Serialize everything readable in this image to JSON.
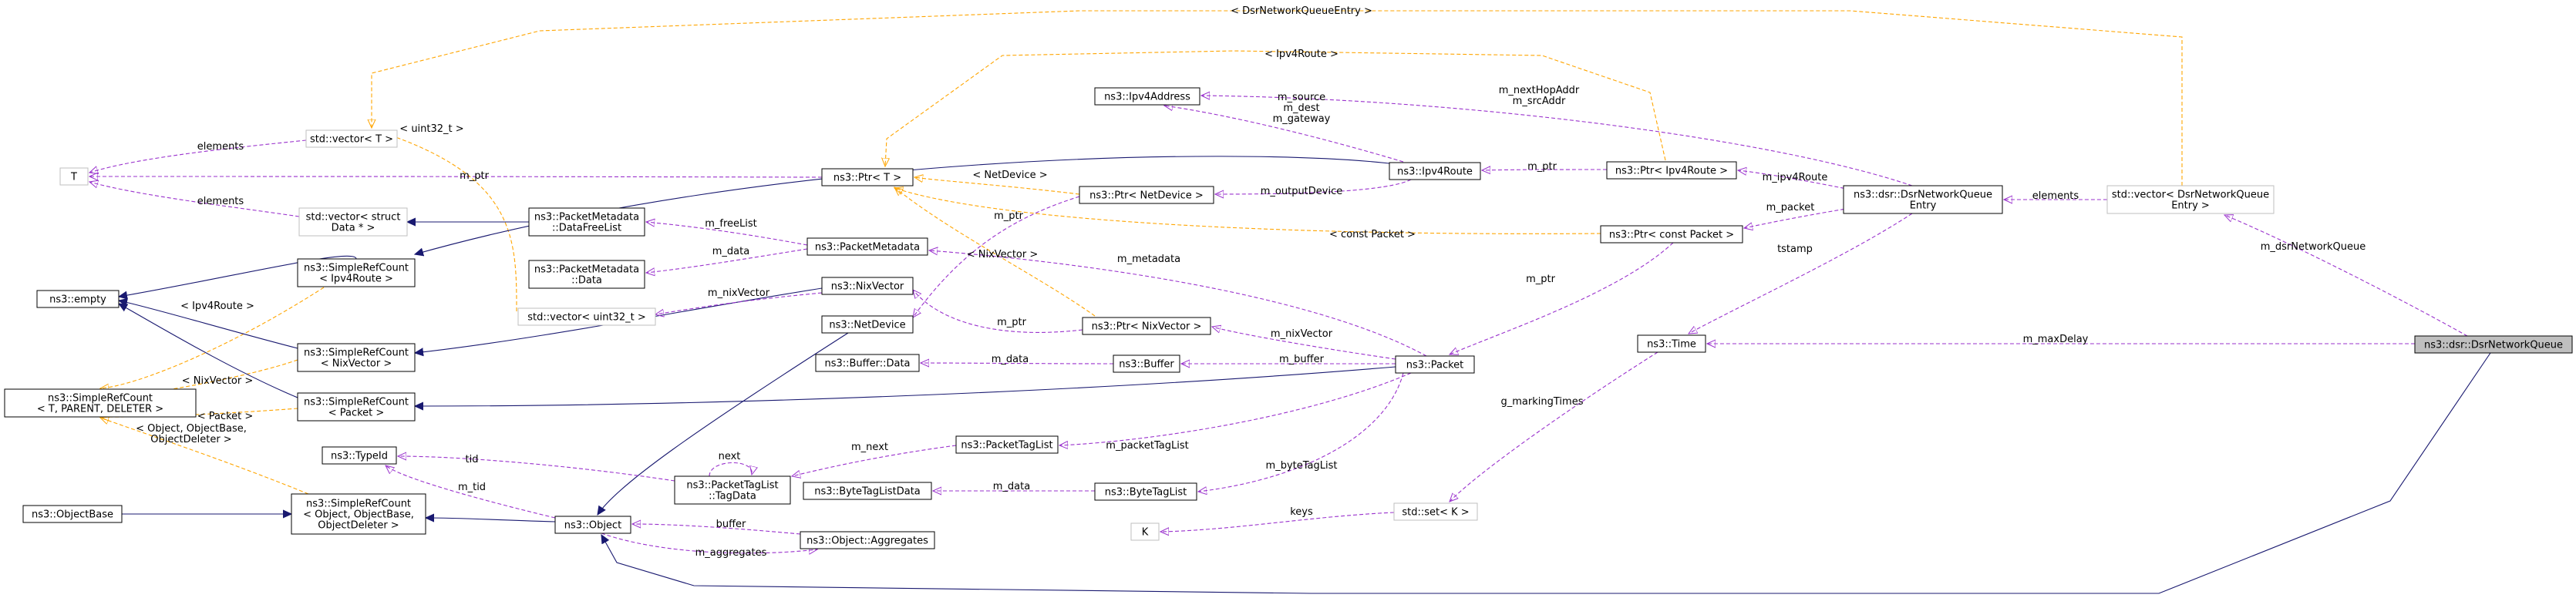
{
  "colors": {
    "inherit": "#191970",
    "usage": "#9a32cd",
    "template": "#ffa500",
    "node_border": "#000000",
    "node_border_gray": "#bfbfbf",
    "focus_fill": "#bfbfbf"
  },
  "nodes": {
    "empty": [
      "ns3::empty"
    ],
    "srcd": [
      "ns3::SimpleRefCount",
      "< T, PARENT, DELETER >"
    ],
    "objbase": [
      "ns3::ObjectBase"
    ],
    "tplT": [
      "T"
    ],
    "vecT": [
      "std::vector< T >"
    ],
    "vecstruct": [
      "std::vector< struct",
      "Data * >"
    ],
    "src_ipv4route": [
      "ns3::SimpleRefCount",
      "< Ipv4Route >"
    ],
    "src_nix": [
      "ns3::SimpleRefCount",
      "< NixVector >"
    ],
    "src_packet": [
      "ns3::SimpleRefCount",
      "< Packet >"
    ],
    "typeid": [
      "ns3::TypeId"
    ],
    "src_object": [
      "ns3::SimpleRefCount",
      "< Object, ObjectBase,",
      "ObjectDeleter >"
    ],
    "object": [
      "ns3::Object"
    ],
    "vecuint": [
      "std::vector< uint32_t >"
    ],
    "pm_dfl": [
      "ns3::PacketMetadata",
      "::DataFreeList"
    ],
    "pm_data": [
      "ns3::PacketMetadata",
      "::Data"
    ],
    "ptrT": [
      "ns3::Ptr< T >"
    ],
    "pmeta": [
      "ns3::PacketMetadata"
    ],
    "nixvec": [
      "ns3::NixVector"
    ],
    "netdev": [
      "ns3::NetDevice"
    ],
    "bufdata": [
      "ns3::Buffer::Data"
    ],
    "ptl_tagdata": [
      "ns3::PacketTagList",
      "::TagData"
    ],
    "obj_agg": [
      "ns3::Object::Aggregates"
    ],
    "ipv4addr": [
      "ns3::Ipv4Address"
    ],
    "ptr_netdev": [
      "ns3::Ptr< NetDevice >"
    ],
    "ptr_nix": [
      "ns3::Ptr< NixVector >"
    ],
    "buffer": [
      "ns3::Buffer"
    ],
    "ptaglist": [
      "ns3::PacketTagList"
    ],
    "btagdata": [
      "ns3::ByteTagListData"
    ],
    "btaglist": [
      "ns3::ByteTagList"
    ],
    "tplK": [
      "K"
    ],
    "ipv4route": [
      "ns3::Ipv4Route"
    ],
    "packet": [
      "ns3::Packet"
    ],
    "ptr_ipv4route": [
      "ns3::Ptr< Ipv4Route >"
    ],
    "ptr_cpacket": [
      "ns3::Ptr< const Packet >"
    ],
    "setK": [
      "std::set< K >"
    ],
    "time": [
      "ns3::Time"
    ],
    "dsr_entry": [
      "ns3::dsr::DsrNetworkQueue",
      "Entry"
    ],
    "vec_dsr": [
      "std::vector< DsrNetworkQueue",
      "Entry >"
    ],
    "dsr_queue": [
      "ns3::dsr::DsrNetworkQueue"
    ]
  },
  "edge_labels": {
    "dsr_entry_top": [
      "< DsrNetworkQueueEntry >"
    ],
    "ipv4route_top": [
      "< Ipv4Route >"
    ],
    "vecT_elements": [
      "elements"
    ],
    "vecstruct_elements": [
      "elements"
    ],
    "ptr_to_T": [
      "m_ptr"
    ],
    "uint32": [
      "< uint32_t >"
    ],
    "netdevice_tpl": [
      "< NetDevice >"
    ],
    "freelist": [
      "m_freeList"
    ],
    "data_pm": [
      "m_data"
    ],
    "nixvector_tpl": [
      "< NixVector >"
    ],
    "cpacket_tpl": [
      "< const Packet >"
    ],
    "ipv4route_ptr": [
      "< Ipv4Route >"
    ],
    "nixvector_ptr": [
      "< NixVector >"
    ],
    "packet_tpl": [
      "< Packet >"
    ],
    "object_tpl": [
      "< Object, ObjectBase,",
      "ObjectDeleter >"
    ],
    "nixvector_member": [
      "m_nixVector"
    ],
    "metadata": [
      "m_metadata"
    ],
    "netdev_ptr": [
      "m_ptr"
    ],
    "nix_ptr": [
      "m_ptr"
    ],
    "nixvector_pkt": [
      "m_nixVector"
    ],
    "buffer_pkt": [
      "m_buffer"
    ],
    "bufdata": [
      "m_data"
    ],
    "outputdevice": [
      "m_outputDevice"
    ],
    "source_dest_gw": [
      "m_source",
      "m_dest",
      "m_gateway"
    ],
    "route_ptr": [
      "m_ptr"
    ],
    "ipv4route_member": [
      "m_ipv4Route"
    ],
    "nexthop_src": [
      "m_nextHopAddr",
      "m_srcAddr"
    ],
    "packet_member": [
      "m_packet"
    ],
    "cpacket_ptr": [
      "m_ptr"
    ],
    "packet_taglist": [
      "m_packetTagList"
    ],
    "bytetaglist": [
      "m_byteTagList"
    ],
    "next_self": [
      "next"
    ],
    "next_member": [
      "m_next"
    ],
    "tid_typeid": [
      "tid"
    ],
    "tid_object": [
      "m_tid"
    ],
    "btag_data": [
      "m_data"
    ],
    "buffer_obj": [
      "buffer"
    ],
    "aggregates": [
      "m_aggregates"
    ],
    "keys": [
      "keys"
    ],
    "marking": [
      "g_markingTimes"
    ],
    "tstamp": [
      "tstamp"
    ],
    "elements_dsr": [
      "elements"
    ],
    "maxdelay": [
      "m_maxDelay"
    ],
    "dsr_queue_member": [
      "m_dsrNetworkQueue"
    ]
  }
}
